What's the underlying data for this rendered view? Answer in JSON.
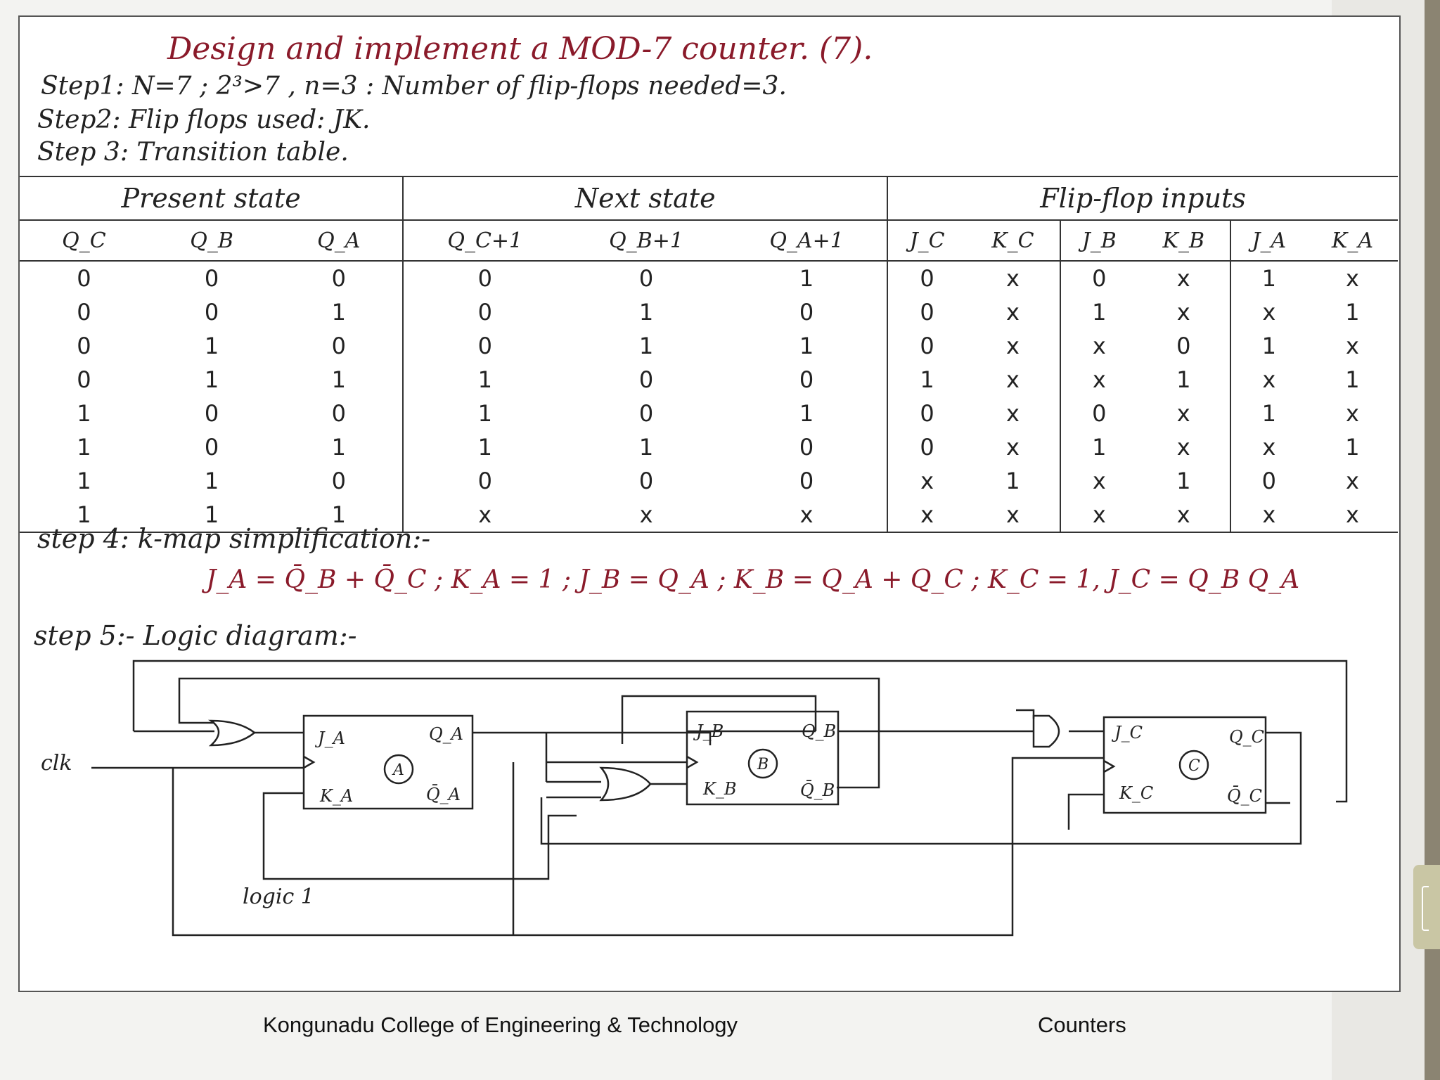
{
  "title": "Design and implement a MOD-7 counter. (7).",
  "steps": {
    "step1": "Step1: N=7 ; 2³>7 , n=3 : Number of flip-flops needed=3.",
    "step2": "Step2: Flip flops used: JK.",
    "step3": "Step 3: Transition table.",
    "step4": "step 4: k-map simplification:-",
    "step5": "step 5:- Logic diagram:-"
  },
  "equations": "J_A = Q̄_B + Q̄_C ; K_A = 1 ; J_B = Q_A ; K_B = Q_A + Q_C ; K_C = 1, J_C = Q_B Q_A",
  "table": {
    "group_headers": [
      "Present state",
      "Next state",
      "Flip-flop inputs"
    ],
    "column_headers": [
      "Q_C",
      "Q_B",
      "Q_A",
      "Q_C+1",
      "Q_B+1",
      "Q_A+1",
      "J_C",
      "K_C",
      "J_B",
      "K_B",
      "J_A",
      "K_A"
    ],
    "rows": [
      [
        "0",
        "0",
        "0",
        "0",
        "0",
        "1",
        "0",
        "x",
        "0",
        "x",
        "1",
        "x"
      ],
      [
        "0",
        "0",
        "1",
        "0",
        "1",
        "0",
        "0",
        "x",
        "1",
        "x",
        "x",
        "1"
      ],
      [
        "0",
        "1",
        "0",
        "0",
        "1",
        "1",
        "0",
        "x",
        "x",
        "0",
        "1",
        "x"
      ],
      [
        "0",
        "1",
        "1",
        "1",
        "0",
        "0",
        "1",
        "x",
        "x",
        "1",
        "x",
        "1"
      ],
      [
        "1",
        "0",
        "0",
        "1",
        "0",
        "1",
        "0",
        "x",
        "0",
        "x",
        "1",
        "x"
      ],
      [
        "1",
        "0",
        "1",
        "1",
        "1",
        "0",
        "0",
        "x",
        "1",
        "x",
        "x",
        "1"
      ],
      [
        "1",
        "1",
        "0",
        "0",
        "0",
        "0",
        "x",
        "1",
        "x",
        "1",
        "0",
        "x"
      ],
      [
        "1",
        "1",
        "1",
        "x",
        "x",
        "x",
        "x",
        "x",
        "x",
        "x",
        "x",
        "x"
      ]
    ]
  },
  "diagram": {
    "clk_label": "clk",
    "logic1_label": "logic 1",
    "ff_a": {
      "j": "J_A",
      "k": "K_A",
      "q": "Q_A",
      "qbar": "Q̄_A",
      "name": "A"
    },
    "ff_b": {
      "j": "J_B",
      "k": "K_B",
      "q": "Q_B",
      "qbar": "Q̄_B",
      "name": "B"
    },
    "ff_c": {
      "j": "J_C",
      "k": "K_C",
      "q": "Q_C",
      "qbar": "Q̄_C",
      "name": "C"
    }
  },
  "footer": {
    "left": "Kongunadu College of Engineering & Technology",
    "right": "Counters"
  }
}
